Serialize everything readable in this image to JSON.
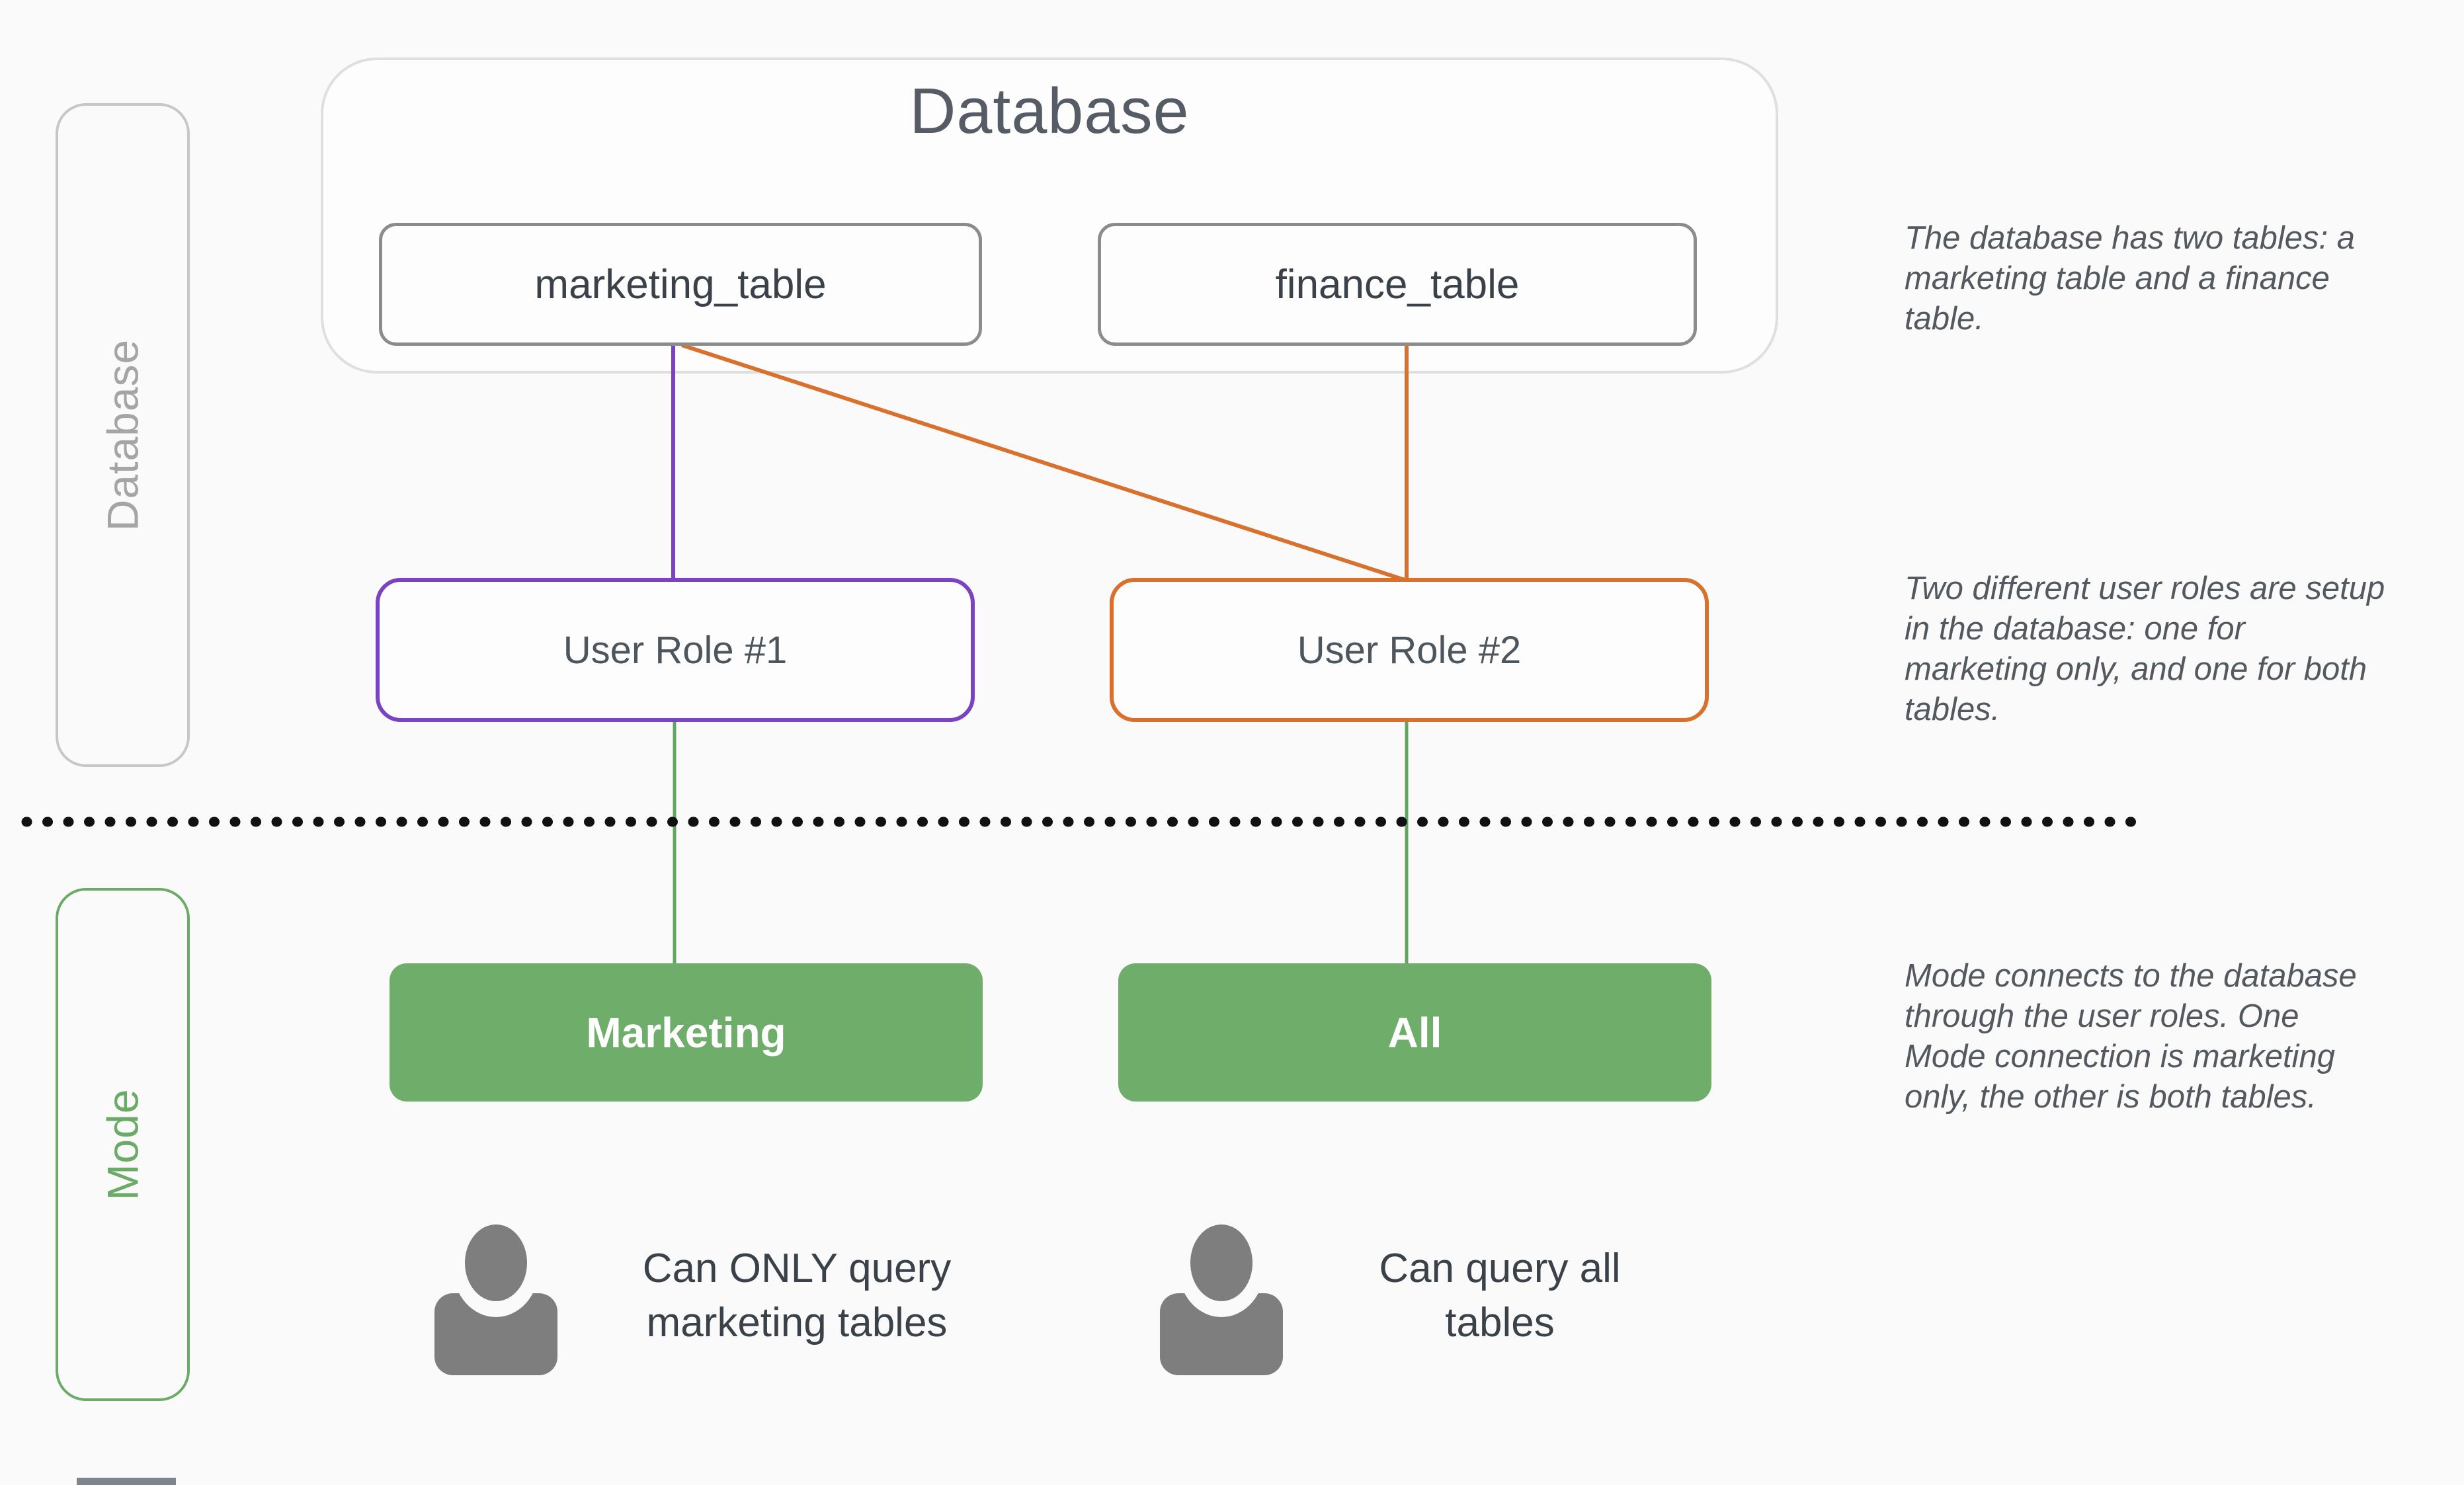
{
  "database_section": {
    "container_title": "Database",
    "tables": [
      {
        "label": "marketing_table"
      },
      {
        "label": "finance_table"
      }
    ]
  },
  "roles": [
    {
      "label": "User Role #1",
      "accent_color": "#7b42c2"
    },
    {
      "label": "User Role #2",
      "accent_color": "#d8702e"
    }
  ],
  "sidebar": {
    "database_label": "Database",
    "mode_label": "Mode"
  },
  "mode_section": {
    "connections": [
      {
        "label": "Marketing"
      },
      {
        "label": "All"
      }
    ],
    "users": [
      {
        "icon": "person-icon",
        "caption": "Can ONLY query\nmarketing tables"
      },
      {
        "icon": "person-icon",
        "caption": "Can query all\ntables"
      }
    ]
  },
  "annotations": [
    "The database has two tables: a\nmarketing table and a finance\ntable.",
    "Two different user roles are setup\nin the database: one for\nmarketing only, and one for both\ntables.",
    "Mode connects to the database\nthrough the user roles. One\nMode connection is marketing\nonly, the other is both tables."
  ],
  "colors": {
    "bg": "#fafafa",
    "box_bg": "#fdfdfd",
    "purple": "#7b42c2",
    "orange": "#d8702e",
    "green_fill": "#6fad6a",
    "green_accent": "#6cab67",
    "green_line": "#61a65f",
    "gray_border_light": "#dfdfdf",
    "gray_border": "#8c8c8c",
    "sidebar_gray": "#a5a5a5",
    "sidebar_border": "#c7c7c7",
    "text_dark": "#3a4148",
    "text_medium": "#4d555d",
    "title_gray": "#555c66",
    "annotation_gray": "#53595f",
    "icon_gray": "#7e7e7e",
    "divider_black": "#111111"
  }
}
